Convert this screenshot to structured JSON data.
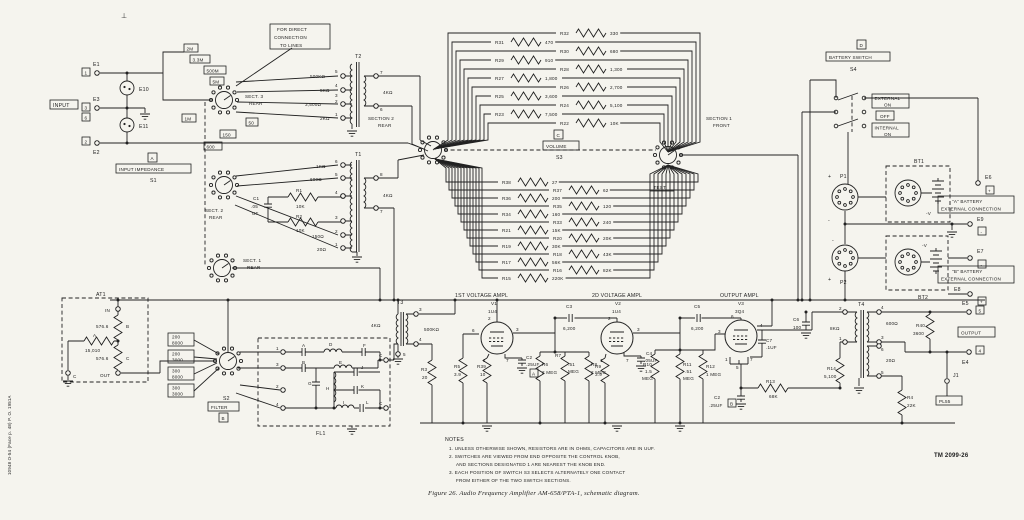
{
  "colors": {
    "paper": "#f5f4ee",
    "ink": "#1f1f1f"
  },
  "corner": {
    "datum": "⊥",
    "print_code": "10948 O-54 (Face p. 48) P. O. 1951A",
    "tm": "TM 2099-26"
  },
  "caption": "Figure 26.  Audio Frequency Amplifier AM-658/PTA-1, schematic diagram.",
  "notes": {
    "heading": "NOTES",
    "n1": "1. UNLESS OTHERWISE SHOWN, RESISTORS ARE IN OHMS, CAPACITORS ARE IN UUF.",
    "n2": "2. SWITCHES ARE VIEWED FROM END OPPOSITE THE CONTROL KNOB,",
    "n2b": "AND SECTIONS DESIGNATED 1 ARE NEAREST THE KNOB END.",
    "n3": "3. EACH POSITION OF SWITCH S3 SELECTS ALTERNATELY ONE CONTACT",
    "n3b": "FROM EITHER OF THE TWO SWITCH SECTIONS."
  },
  "input": {
    "label": "INPUT",
    "e1": "E1",
    "e2": "E2",
    "e3": "E3",
    "e10": "E10",
    "e11": "E11",
    "n1": "1",
    "n2": "2",
    "n3": "3",
    "n6": "6",
    "item": "A",
    "imp": "INPUT IMPEDANCE",
    "s1": "S1"
  },
  "direct": {
    "l1": "FOR DIRECT",
    "l2": "CONNECTION",
    "l3": "TO LINES"
  },
  "sect3": {
    "name": "SECT. 3",
    "pos": "REAR",
    "v1": "2M",
    "v2": "3.3M",
    "v3": "500M",
    "v4": "5M",
    "v5": "1M",
    "v6": "50",
    "v7": "150",
    "v8": "600"
  },
  "t2": {
    "name": "T2",
    "tap1": "500KΩ",
    "tap2": "5KΩ",
    "tap3": "3,500Ω",
    "tap4": "2KΩ",
    "n5": "5",
    "n4": "4",
    "n3": "3",
    "n2": "2",
    "n1": "1",
    "s7": "7",
    "s6": "6",
    "sec": "4KΩ"
  },
  "sect2": {
    "name": "SECT. 2",
    "pos": "REAR"
  },
  "t1": {
    "name": "T1",
    "tap1": "1KΩ",
    "tap2": "600Ω",
    "tap3": "150Ω",
    "tap4": "20Ω",
    "n6": "6",
    "n5": "5",
    "n4": "4",
    "n3": "3",
    "n2": "2",
    "n1": "1",
    "s8": "8",
    "s7": "7",
    "sec": "4KΩ",
    "r1": "R1",
    "r1v": "10K",
    "r2": "R2",
    "r2v": "10K",
    "c1": "C1",
    "c1v": ".05",
    "c1u": "UF"
  },
  "sect1": {
    "name": "SECT. 1",
    "pos": "REAR"
  },
  "volume": {
    "sec2": "SECTION 2",
    "sec2pos": "REAR",
    "sec1": "SECTION 1",
    "sec1pos": "FRONT",
    "item": "C",
    "label": "VOLUME",
    "s3": "S3",
    "test": "TEST"
  },
  "ladder_top": [
    {
      "ref": "R32",
      "val": "330"
    },
    {
      "ref": "R31",
      "val": "470"
    },
    {
      "ref": "R30",
      "val": "680"
    },
    {
      "ref": "R29",
      "val": "910"
    },
    {
      "ref": "R28",
      "val": "1,300"
    },
    {
      "ref": "R27",
      "val": "1,800"
    },
    {
      "ref": "R26",
      "val": "2,700"
    },
    {
      "ref": "R25",
      "val": "3,600"
    },
    {
      "ref": "R24",
      "val": "5,100"
    },
    {
      "ref": "R23",
      "val": "7,500"
    },
    {
      "ref": "R22",
      "val": "10K"
    }
  ],
  "ladder_mid": [
    {
      "ref": "R38",
      "val": "27"
    },
    {
      "ref": "R37",
      "val": "62"
    },
    {
      "ref": "R36",
      "val": "200"
    },
    {
      "ref": "R35",
      "val": "120"
    },
    {
      "ref": "R34",
      "val": "160"
    },
    {
      "ref": "R33",
      "val": "240"
    },
    {
      "ref": "R21",
      "val": "15K"
    },
    {
      "ref": "R20",
      "val": "20K"
    },
    {
      "ref": "R19",
      "val": "30K"
    },
    {
      "ref": "R18",
      "val": "43K"
    },
    {
      "ref": "R17",
      "val": "56K"
    },
    {
      "ref": "R16",
      "val": "82K"
    },
    {
      "ref": "R15",
      "val": "220K"
    }
  ],
  "battery": {
    "item": "D",
    "label": "BATTERY SWITCH",
    "s4": "S4",
    "ext1": "EXTERNAL",
    "ext2": "ON",
    "off": "OFF",
    "int1": "INTERNAL",
    "int2": "ON",
    "p1": "P1",
    "p2": "P2",
    "plus": "+",
    "minus": "-",
    "bt1": "BT1",
    "bt2": "BT2",
    "mv": "-V",
    "e6": "E6",
    "e7": "E7",
    "e8": "E8",
    "e9": "E9",
    "abat1": "\"A\" BATTERY",
    "abat2": "EXTERNAL CONNECTION",
    "bbat1": "\"B\" BATTERY",
    "bbat2": "EXTERNAL CONNECTION"
  },
  "at1": {
    "name": "AT1",
    "in": "IN",
    "out": "OUT",
    "ra": "A",
    "rav": "15,010",
    "rb": "B",
    "rbv": "576.6",
    "rc": "C",
    "rcv": "576.6",
    "cterm": "C"
  },
  "s2": {
    "p1a": "200",
    "p1b": "8000",
    "p2a": "200",
    "p2b": "3000",
    "p3a": "300",
    "p3b": "8000",
    "p4a": "300",
    "p4b": "3000",
    "name": "S2",
    "label": "FILTER",
    "item": "B"
  },
  "fl1": {
    "name": "FL1",
    "t1": "1",
    "t3": "3",
    "t2": "2",
    "t4": "4",
    "a": "A",
    "b": "B",
    "d": "D",
    "e": "E",
    "f": "F",
    "g": "G",
    "h": "H",
    "i": "I",
    "j": "J",
    "k": "K",
    "l": "L",
    "c1": "C",
    "c2": "C"
  },
  "t3": {
    "name": "T3",
    "pri": "4KΩ",
    "sec": "500KΩ",
    "n3": "3",
    "n4": "4",
    "n5": "5"
  },
  "stage1": {
    "title": "1ST VOLTAGE AMPL",
    "v": "V1",
    "tube": "1U4",
    "p2": "2",
    "p3": "3",
    "p6": "6",
    "p1": "1",
    "p7": "7"
  },
  "stage2": {
    "title": "2D VOLTAGE AMPL",
    "v": "V2",
    "tube": "1U4",
    "p2": "2",
    "p3": "3",
    "p1": "1",
    "p7": "7"
  },
  "stage3": {
    "title": "OUTPUT AMPL",
    "v": "V3",
    "tube": "3Q4",
    "p6": "6",
    "p4": "4",
    "p3": "3",
    "p1": "1",
    "p5": "5",
    "p7": "7"
  },
  "parts": {
    "r3": "R3",
    "r3v": "20",
    "r5": "R5",
    "r5v": "3.9",
    "r39": "R39",
    "r39v": "10",
    "c2a": "C2",
    "c2av": ".25UF",
    "c2a_item": "A",
    "r6": "R6",
    "r6v": "2 MEG",
    "r7": "R7",
    "r7v1": ".51",
    "r7v2": "MEG",
    "r8": "R8",
    "r8v": "2 MEG",
    "c3": "C3",
    "c3v": "6,200",
    "c4": "C4",
    "c4v": ".05UF",
    "r9": "R9",
    "r9v": "3.9",
    "r10": "R10",
    "r10v1": "1.5",
    "r10v2": "MEG",
    "r11": "R11",
    "r11v1": ".51",
    "r11v2": "MEG",
    "r12": "R12",
    "r12v": "1 MEG",
    "c5": "C5",
    "c5v": "6,200",
    "c6": "C6",
    "c6v": "100",
    "c7": "C7",
    "c7v": ".1UF",
    "c2b": "C2",
    "c2bv": ".25UF",
    "c2b_item": "B",
    "r13": "R13",
    "r13v": "68K",
    "r14": "R14",
    "r14v": "5,100",
    "r4": "R4",
    "r4v": "22K",
    "r40": "R40",
    "r40v": "3600"
  },
  "t4": {
    "name": "T4",
    "p2": "2",
    "p4": "4",
    "p1": "1",
    "p3": "3",
    "p6": "6",
    "p5": "5",
    "pri": "8KΩ",
    "sec1": "600Ω",
    "sec2": "20Ω"
  },
  "output": {
    "e5": "E5",
    "n5": "5",
    "label": "OUTPUT",
    "e4": "E4",
    "n4": "4",
    "j1": "J1",
    "pl": "PL55"
  }
}
